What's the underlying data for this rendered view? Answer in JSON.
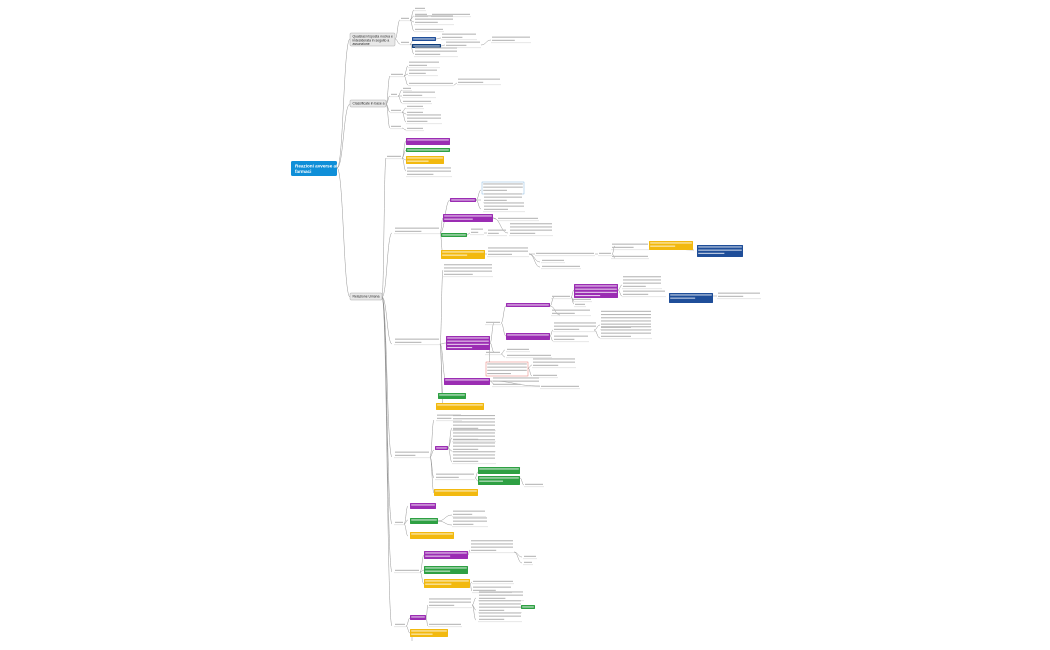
{
  "colors": {
    "root": "#0f8fd8",
    "level1": "#e8e8e8",
    "purple": "#9b2db3",
    "green": "#2ea043",
    "yellow": "#f2b90f",
    "blue": "#1f4e99",
    "navy": "#0d3c7a",
    "line": "#8a8a8a"
  },
  "root": {
    "label_1": "Reazioni avverse ai",
    "label_2": "farmaci"
  },
  "branches": [
    {
      "label_1": "Qualsiasi risposta nociva e",
      "label_2": "indesiderata in seguito a",
      "label_3": "assunzione"
    },
    {
      "label_1": "Classificate in base a"
    },
    {
      "label_1": "Relazione Umana"
    }
  ]
}
